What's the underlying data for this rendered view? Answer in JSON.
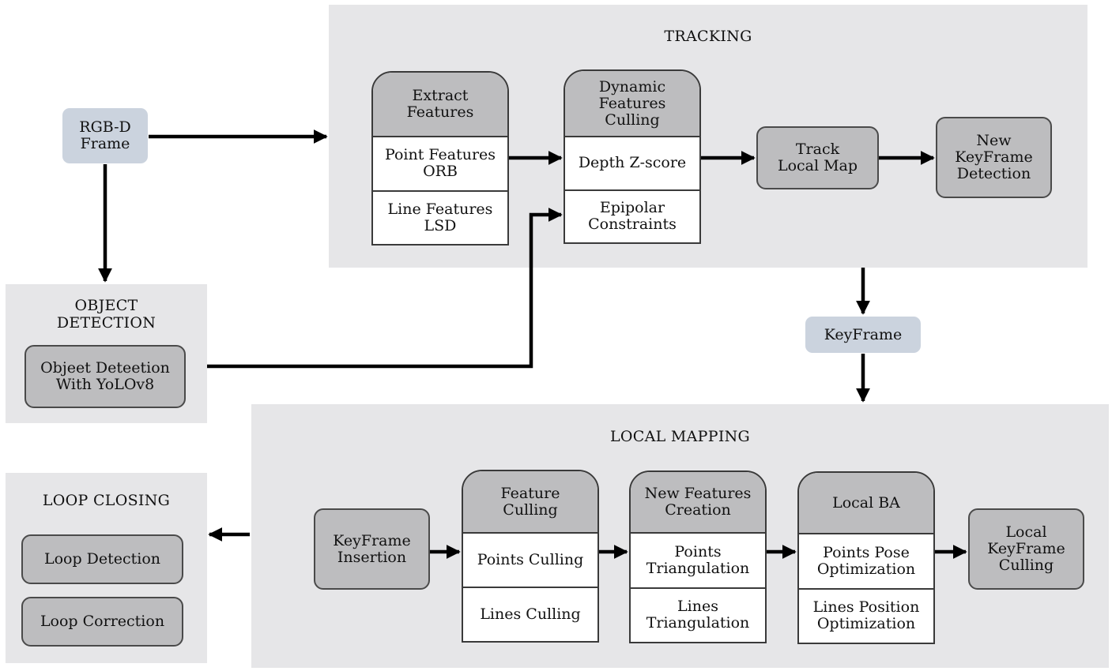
{
  "input": {
    "label": "RGB-D\nFrame"
  },
  "object_detection": {
    "title": "OBJECT\nDETECTION",
    "box": "Objeet Deteetion\nWith YoLOv8"
  },
  "tracking": {
    "title": "TRACKING",
    "extract": {
      "head": "Extract\nFeatures",
      "cells": [
        "Point Features\nORB",
        "Line Features\nLSD"
      ]
    },
    "dynamic": {
      "head": "Dynamic\nFeatures\nCulling",
      "cells": [
        "Depth Z-score",
        "Epipolar\nConstraints"
      ]
    },
    "track_local_map": "Track\nLocal Map",
    "new_keyframe_detection": "New\nKeyFrame\nDetection"
  },
  "keyframe": {
    "label": "KeyFrame"
  },
  "local_mapping": {
    "title": "LOCAL MAPPING",
    "insertion": "KeyFrame\nInsertion",
    "feature_culling": {
      "head": "Feature\nCulling",
      "cells": [
        "Points Culling",
        "Lines Culling"
      ]
    },
    "new_features": {
      "head": "New Features\nCreation",
      "cells": [
        "Points\nTriangulation",
        "Lines\nTriangulation"
      ]
    },
    "local_ba": {
      "head": "Local BA",
      "cells": [
        "Points Pose\nOptimization",
        "Lines Position\nOptimization"
      ]
    },
    "local_keyframe_culling": "Local\nKeyFrame\nCulling"
  },
  "loop_closing": {
    "title": "LOOP CLOSING",
    "detection": "Loop Detection",
    "correction": "Loop Correction"
  },
  "colors": {
    "region_bg": "#e6e6e8",
    "box_fill": "#bdbdbf",
    "input_fill": "#cbd3de",
    "arrow": "#000000"
  }
}
